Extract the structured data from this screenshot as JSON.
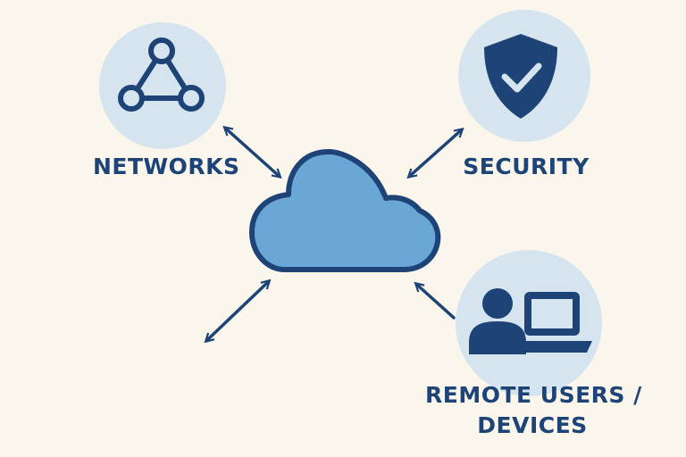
{
  "nodes": {
    "networks": {
      "label": "NETWORKS",
      "icon": "network-graph-icon"
    },
    "security": {
      "label": "SECURITY",
      "icon": "shield-check-icon"
    },
    "remote": {
      "label_line1": "REMOTE USERS /",
      "label_line2": "DEVICES",
      "icon": "user-laptop-icon"
    },
    "center": {
      "icon": "cloud-icon"
    }
  },
  "colors": {
    "background": "#faf6ec",
    "circle_fill": "#d6e4ef",
    "cloud_fill": "#6aa6d6",
    "accent": "#1d4377"
  }
}
